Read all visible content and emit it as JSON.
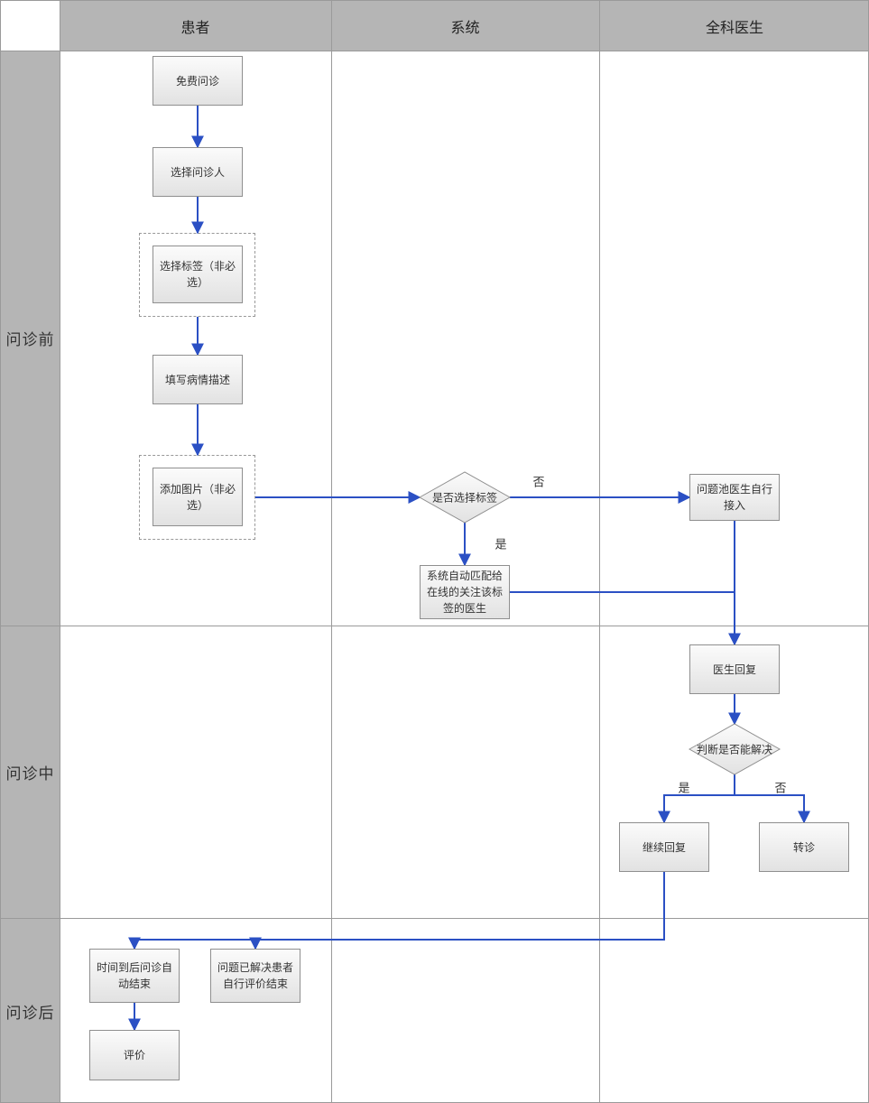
{
  "header": {
    "lanes": [
      {
        "label": "患者"
      },
      {
        "label": "系统"
      },
      {
        "label": "全科医生"
      }
    ]
  },
  "phases": [
    {
      "label": "问诊前"
    },
    {
      "label": "问诊中"
    },
    {
      "label": "问诊后"
    }
  ],
  "nodes": {
    "free_consult": "免费问诊",
    "select_person": "选择问诊人",
    "select_tag": "选择标签（非必选）",
    "fill_description": "填写病情描述",
    "add_image": "添加图片（非必选）",
    "tag_decision": "是否选择标签",
    "auto_match": "系统自动匹配给在线的关注该标签的医生",
    "problem_pool": "问题池医生自行接入",
    "doctor_reply": "医生回复",
    "solve_decision": "判断是否能解决",
    "continue_reply": "继续回复",
    "referral": "转诊",
    "timeout_end": "时间到后问诊自动结束",
    "solved_end": "问题已解决患者自行评价结束",
    "evaluate": "评价"
  },
  "edge_labels": {
    "tag_no": "否",
    "tag_yes": "是",
    "solve_yes": "是",
    "solve_no": "否"
  },
  "colors": {
    "arrow": "#2b50c4",
    "lane_bg": "#b5b5b5",
    "grid_line": "#9a9a9a",
    "node_border": "#8f8f8f"
  }
}
